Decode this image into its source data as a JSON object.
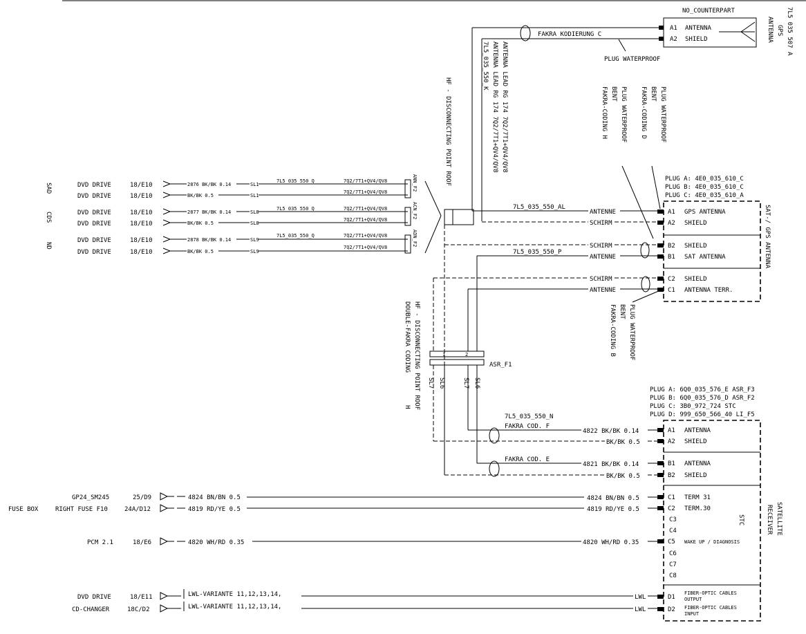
{
  "gps_antenna": {
    "part": "7L5 035 507 A",
    "name": "GPS",
    "name2": "ANTENNA",
    "counterpart": "NO_COUNTERPART",
    "pin_a1": "A1",
    "pin_a1_label": "ANTENNA",
    "pin_a2": "A2",
    "pin_a2_label": "SHIELD",
    "plug_text": "PLUG   WATERPROOF",
    "coding_label": "FAKRA KODIERUNG C"
  },
  "antenna_lead": {
    "line1": "7L5_035_550_K",
    "line2": "ANTENNA LEAD   RG 174  7Q2/7T1+QV4/QV8",
    "line3": "ANTENNA LEAD   RG 174  7Q2/7T1+QV4/QV8",
    "hf_roof": "HF - DISCONNECTING POINT ROOF"
  },
  "plug_callouts": {
    "a_line1": "PLUG  WATERPROOF",
    "a_line2": "BENT",
    "a_line3": "FAKRA-CODING D",
    "b_line1": "PLUG  WATERPROOF",
    "b_line2": "BENT",
    "b_line3": "FAKRA-CODING H",
    "c_line1": "PLUG  WATERPROOF",
    "c_line2": "BENT",
    "c_line3": "FAKRA-CODING B"
  },
  "sat_gps": {
    "title": "SAT-/ GPS ANTENNA",
    "plug_a": "PLUG   A:  4E0_035_610_C",
    "plug_b": "PLUG   B:  4E0_035_610_C",
    "plug_c": "PLUG   C:  4E0_035_610_A",
    "pins": [
      {
        "pin": "A1",
        "label": "GPS  ANTENNA",
        "wire": "ANTENNE"
      },
      {
        "pin": "A2",
        "label": "SHIELD",
        "wire": "SCHIRM"
      },
      {
        "pin": "B2",
        "label": "SHIELD",
        "wire": "SCHIRM"
      },
      {
        "pin": "B1",
        "label": "SAT  ANTENNA",
        "wire": "ANTENNE"
      },
      {
        "pin": "C2",
        "label": "SHIELD",
        "wire": "SCHIRM"
      },
      {
        "pin": "C1",
        "label": "ANTENNA  TERR.",
        "wire": "ANTENNE"
      }
    ],
    "lead_al": "7L5_035_550_AL",
    "lead_p": "7L5_035_550_P"
  },
  "dvd": {
    "rows": [
      {
        "side": "SAD",
        "name": "DVD DRIVE",
        "loc": "18/E10",
        "wire": "2876 BK/BK 0.14",
        "sl": "SL1",
        "lead": "7L5_035_550_Q",
        "code": "7Q2/7T1+QV4/QV8"
      },
      {
        "side": "",
        "name": "DVD DRIVE",
        "loc": "18/E10",
        "wire": "BK/BK 0.5",
        "sl": "SL1",
        "lead": "",
        "code": "7Q2/7T1+QV4/QV8"
      },
      {
        "side": "CDS",
        "name": "DVD DRIVE",
        "loc": "18/E10",
        "wire": "2877 BK/BK 0.14",
        "sl": "SL8",
        "lead": "7L5_035_550_Q",
        "code": "7Q2/7T1+QV4/QV8"
      },
      {
        "side": "",
        "name": "DVD DRIVE",
        "loc": "18/E10",
        "wire": "BK/BK 0.5",
        "sl": "SL8",
        "lead": "",
        "code": "7Q2/7T1+QV4/QV8"
      },
      {
        "side": "ND",
        "name": "DVD DRIVE",
        "loc": "18/E10",
        "wire": "2878 BK/BK 0.14",
        "sl": "SL9",
        "lead": "7L5_035_550_Q",
        "code": "7Q2/7T1+QV4/QV8"
      },
      {
        "side": "",
        "name": "DVD DRIVE",
        "loc": "18/E10",
        "wire": "BK/BK 0.5",
        "sl": "SL9",
        "lead": "",
        "code": "7Q2/7T1+QV4/QV8"
      }
    ],
    "conn1": "ANN_F2",
    "conn2": "ACN_F2",
    "conn3": "ADN_F2"
  },
  "asr": {
    "name": "ASR_F1",
    "hf_line1": "HF - DISCONNECTING POINT ROOF",
    "hf_line2": "DOUBLE-FAKRA  CODING",
    "hf_line3": "H",
    "sl_labels": [
      "SL7",
      "SL6",
      "SL7",
      "SL6"
    ]
  },
  "receiver": {
    "title1": "SATELLITE",
    "title2": "RECEIVER",
    "stc": "STC",
    "plug_a": "PLUG  A: 6Q0_035_576_E    ASR_F3",
    "plug_b": "PLUG  B: 6Q0_035_576_D    ASR_F2",
    "plug_c": "PLUG  C: 3B0_972_724         STC",
    "plug_d": "PLUG  D: 999_650_566_40     LI_F5",
    "lead_n": "7L5_035_550_N",
    "fakra_f": "FAKRA  COD. F",
    "fakra_e": "FAKRA  COD. E",
    "pins": [
      {
        "pin": "A1",
        "label": "ANTENNA",
        "wire": "4822 BK/BK 0.14"
      },
      {
        "pin": "A2",
        "label": "SHIELD",
        "wire": "BK/BK 0.5"
      },
      {
        "pin": "B1",
        "label": "ANTENNA",
        "wire": "4821 BK/BK 0.14"
      },
      {
        "pin": "B2",
        "label": "SHIELD",
        "wire": "BK/BK 0.5"
      },
      {
        "pin": "C1",
        "label": "TERM 31",
        "wire": "4824 BN/BN 0.5"
      },
      {
        "pin": "C2",
        "label": "TERM.30",
        "wire": "4819 RD/YE 0.5"
      },
      {
        "pin": "C3",
        "label": "",
        "wire": ""
      },
      {
        "pin": "C4",
        "label": "",
        "wire": ""
      },
      {
        "pin": "C5",
        "label": "WAKE UP / DIAGNOSIS",
        "wire": "4820 WH/RD 0.35"
      },
      {
        "pin": "C6",
        "label": "",
        "wire": ""
      },
      {
        "pin": "C7",
        "label": "",
        "wire": ""
      },
      {
        "pin": "C8",
        "label": "",
        "wire": ""
      },
      {
        "pin": "D1",
        "label": "FIBER-OPTIC CABLES",
        "label2": "OUTPUT",
        "wire": "LWL"
      },
      {
        "pin": "D2",
        "label": "FIBER-OPTIC CABLES",
        "label2": "INPUT",
        "wire": "LWL"
      }
    ]
  },
  "left_sources": [
    {
      "prefix": "",
      "name": "GP24_SM245",
      "loc": "25/D9",
      "wire": "4824 BN/BN 0.5"
    },
    {
      "prefix": "FUSE BOX",
      "name": "RIGHT FUSE F10",
      "loc": "24A/D12",
      "wire": "4819 RD/YE 0.5"
    },
    {
      "prefix": "",
      "name": "PCM 2.1",
      "loc": "18/E6",
      "wire": "4820 WH/RD 0.35"
    },
    {
      "prefix": "",
      "name": "DVD DRIVE",
      "loc": "18/E11",
      "wire": "LWL-VARIANTE  11,12,13,14,"
    },
    {
      "prefix": "",
      "name": "CD-CHANGER",
      "loc": "18C/D2",
      "wire": "LWL-VARIANTE  11,12,13,14,"
    }
  ]
}
